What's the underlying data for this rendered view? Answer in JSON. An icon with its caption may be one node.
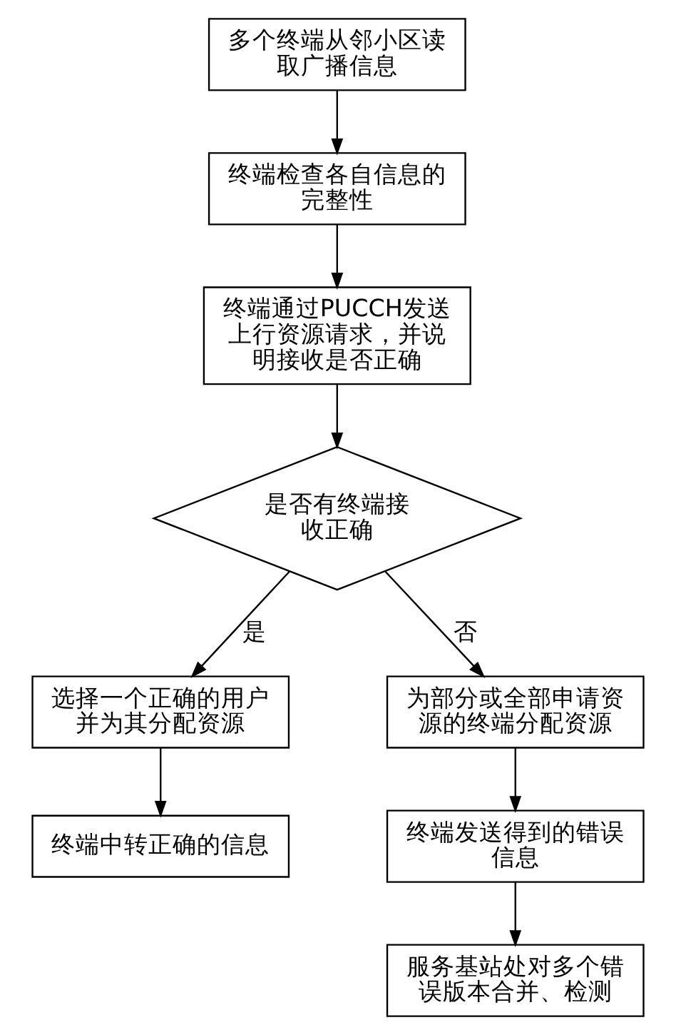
{
  "diagram": {
    "nodes": [
      {
        "text": [
          "多个终端从邻小区读取广播信息"
        ]
      },
      {
        "text": [
          "终端检查各自信息的完整性"
        ]
      },
      {
        "text": [
          "终端通过PUCCH发送上行资源请求，并说明接收是否正确"
        ]
      },
      {
        "text": [
          "是否有终端接收正确"
        ]
      },
      {
        "text": [
          "选择一个正确的用户并为其分配资源"
        ]
      },
      {
        "text": [
          "为部分或全部申请资源的终端分配资源"
        ]
      },
      {
        "text": [
          "终端中转正确的信息"
        ]
      },
      {
        "text": [
          "终端发送得到的错误信息"
        ]
      },
      {
        "text": [
          "服务基站处对多个错误版本合并、检测"
        ]
      }
    ],
    "edges": [
      {
        "from": 0,
        "to": 1,
        "arrow": "to"
      },
      {
        "from": 1,
        "to": 2,
        "arrow": "to"
      },
      {
        "from": 2,
        "to": 3,
        "arrow": "to"
      },
      {
        "from": 3,
        "to": 4,
        "arrow": "to",
        "label": "是"
      },
      {
        "from": 3,
        "to": 5,
        "arrow": "to",
        "label": "否"
      },
      {
        "from": 4,
        "to": 6,
        "arrow": "to"
      },
      {
        "from": 5,
        "to": 7,
        "arrow": "to"
      },
      {
        "from": 7,
        "to": 8,
        "arrow": "to"
      }
    ]
  }
}
